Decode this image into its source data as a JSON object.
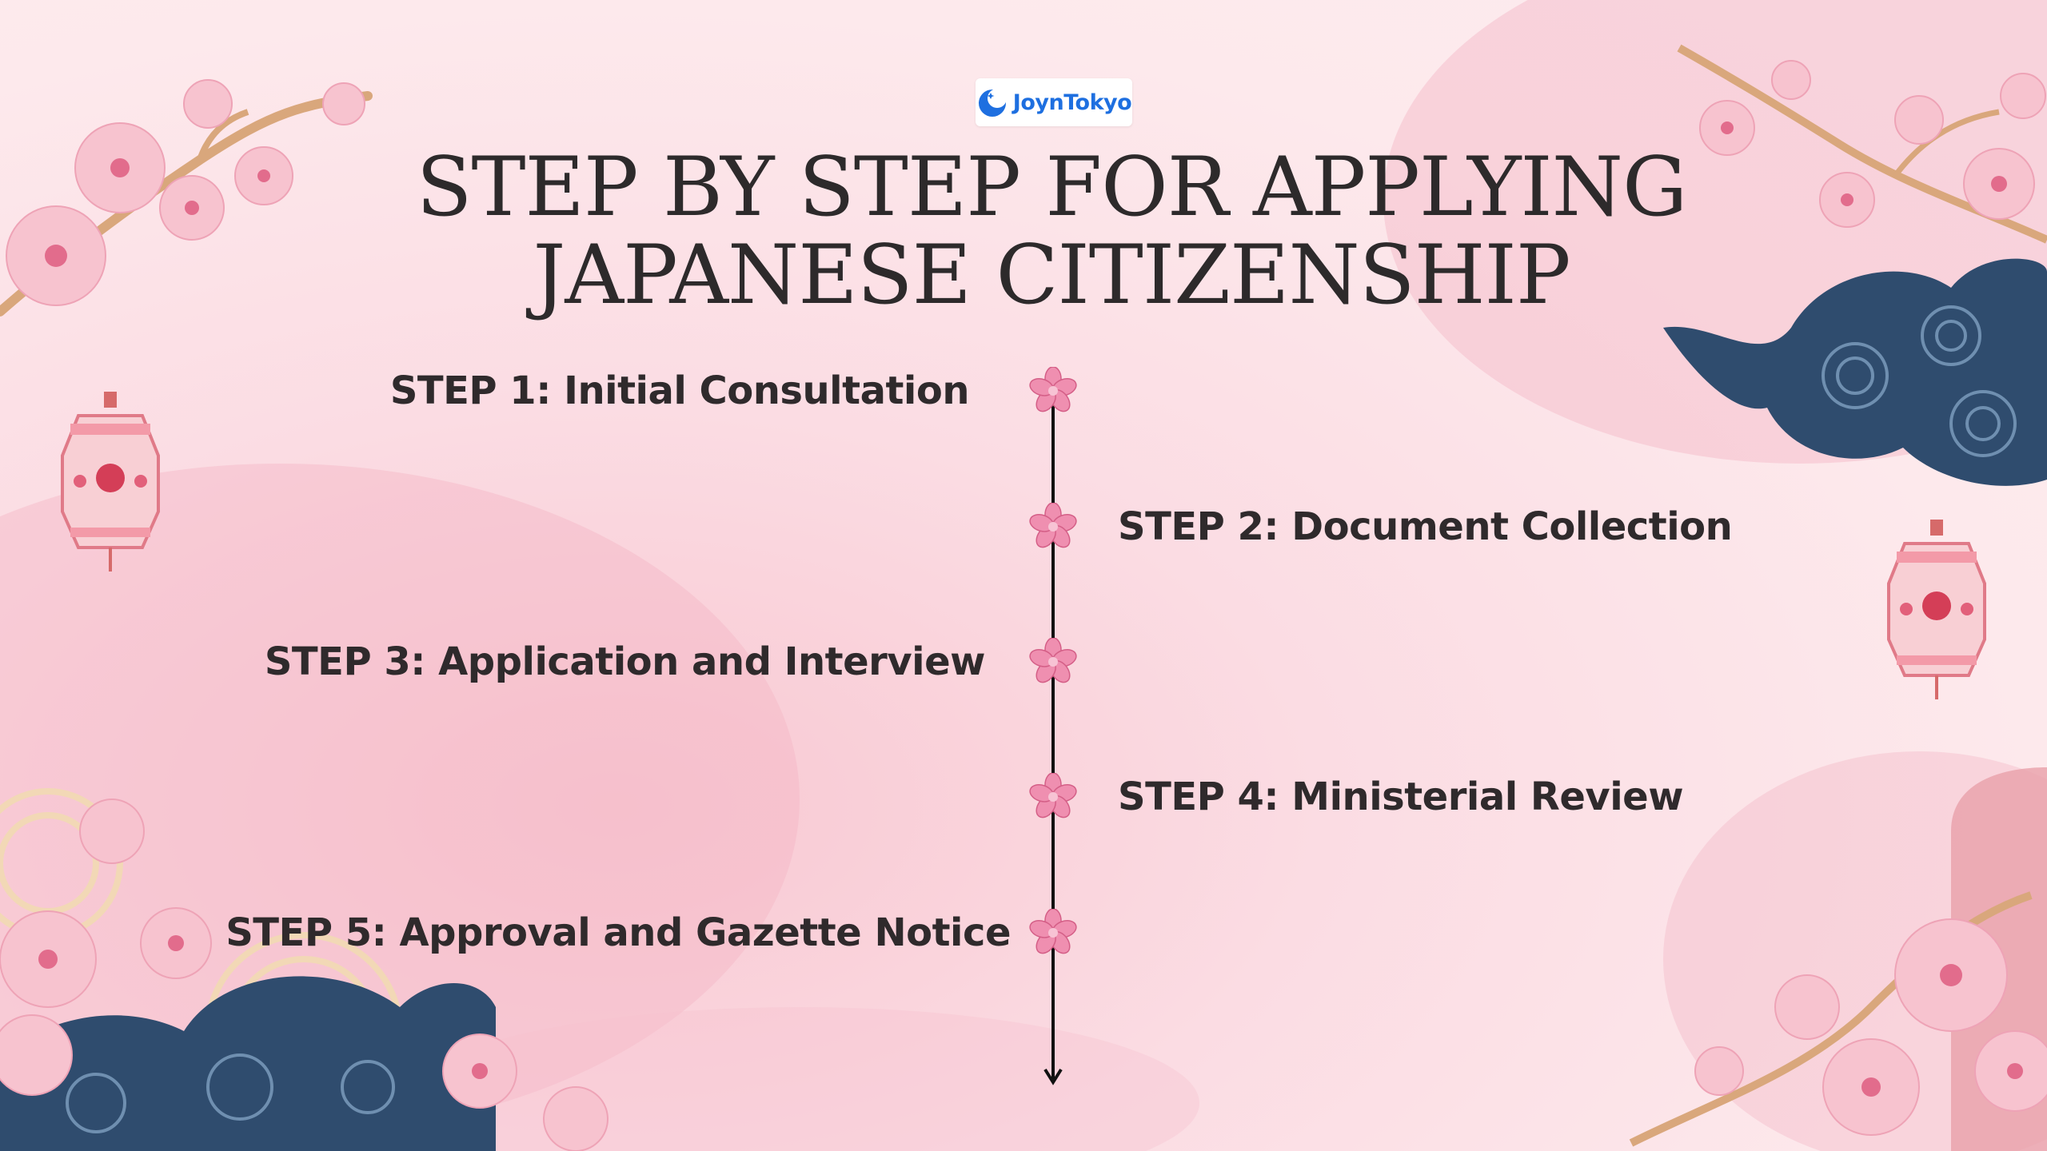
{
  "logo": {
    "text": "JoynTokyo",
    "icon": "crescent-star-icon",
    "color": "#1e6fe0"
  },
  "title": {
    "line1": "STEP BY STEP FOR APPLYING",
    "line2": "JAPANESE CITIZENSHIP"
  },
  "timeline": {
    "steps": [
      {
        "label": "STEP 1: Initial Consultation",
        "side": "left"
      },
      {
        "label": "STEP 2: Document Collection",
        "side": "right"
      },
      {
        "label": "STEP 3: Application and Interview",
        "side": "left"
      },
      {
        "label": "STEP 4: Ministerial Review",
        "side": "right"
      },
      {
        "label": "STEP 5: Approval and Gazette Notice",
        "side": "left"
      }
    ],
    "marker_icon": "sakura-flower-icon",
    "line_color": "#111111",
    "marker_color": "#ef8fb0"
  },
  "colors": {
    "wave_navy": "#2f4c6e",
    "blossom_pink": "#f6b8c8",
    "text_dark": "#2d2a2b"
  }
}
